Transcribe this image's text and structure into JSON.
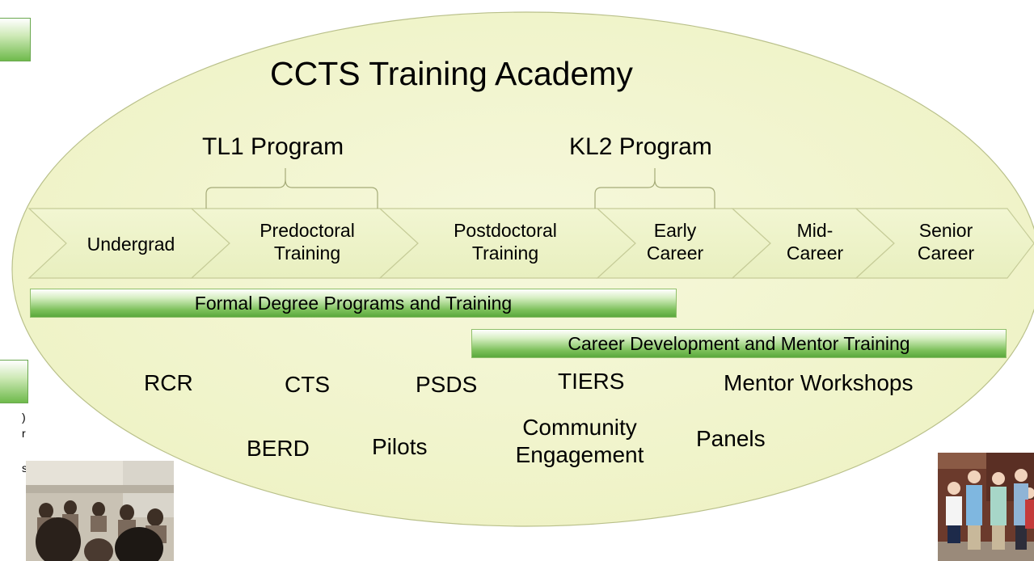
{
  "title": "CCTS Training Academy",
  "programs": {
    "tl1": "TL1 Program",
    "kl2": "KL2 Program"
  },
  "stages": [
    {
      "line1": "Undergrad",
      "line2": ""
    },
    {
      "line1": "Predoctoral",
      "line2": "Training"
    },
    {
      "line1": "Postdoctoral",
      "line2": "Training"
    },
    {
      "line1": "Early",
      "line2": "Career"
    },
    {
      "line1": "Mid-",
      "line2": "Career"
    },
    {
      "line1": "Senior",
      "line2": "Career"
    }
  ],
  "bars": {
    "formal": "Formal Degree Programs and Training",
    "career": "Career Development and Mentor Training"
  },
  "resources": {
    "rcr": "RCR",
    "cts": "CTS",
    "psds": "PSDS",
    "tiers": "TIERS",
    "mentor_workshops": "Mentor Workshops",
    "berd": "BERD",
    "pilots": "Pilots",
    "community_line1": "Community",
    "community_line2": "Engagement",
    "panels": "Panels"
  },
  "left_edge_fragments": {
    "frag1": ")",
    "frag2": "r",
    "frag3": "s"
  },
  "colors": {
    "ellipse_fill": "#f3f6cf",
    "chevron_fill": "#eef4c9",
    "bar_green": "#6fba4c"
  }
}
